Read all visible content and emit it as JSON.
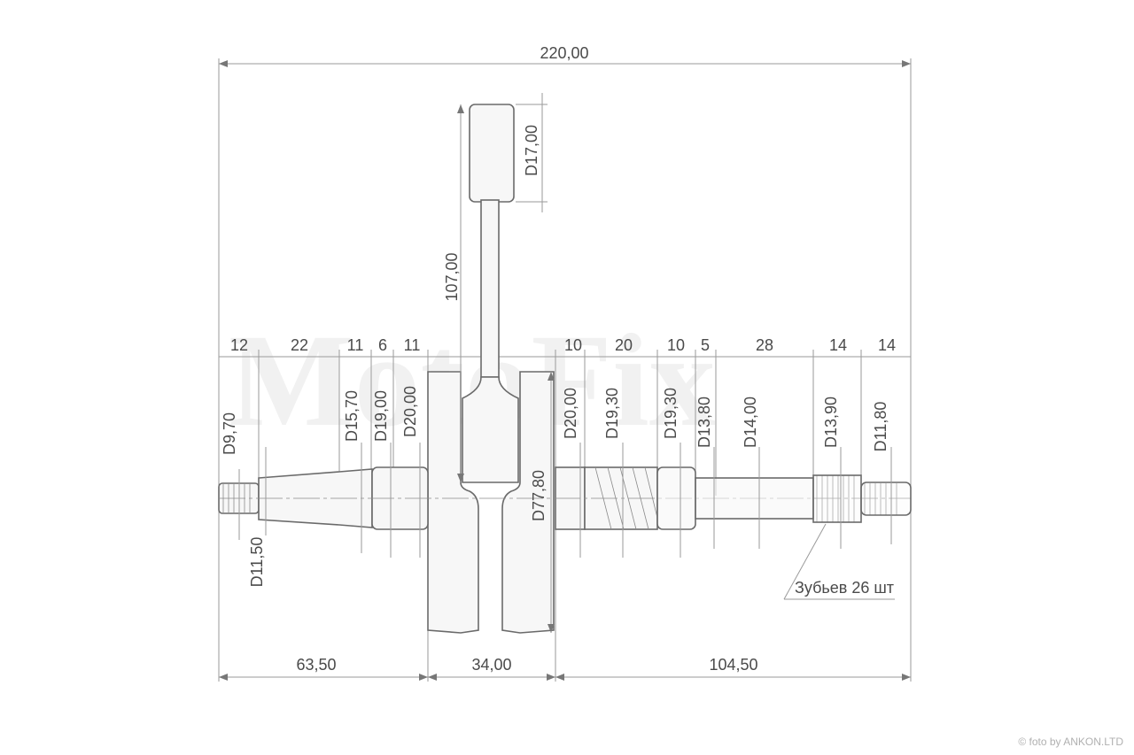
{
  "watermark": "MotoFix",
  "copyright": "© foto by ANKON.LTD",
  "overall_length": "220,00",
  "segments_left": [
    "12",
    "22",
    "11",
    "6",
    "11"
  ],
  "segments_right": [
    "10",
    "20",
    "10",
    "5",
    "28",
    "14",
    "14"
  ],
  "bottom_dims": [
    "63,50",
    "34,00",
    "104,50"
  ],
  "rod_length": "107,00",
  "rod_big_end": "D17,00",
  "crank_diameter": "D77,80",
  "diameters_left": [
    "D9,70",
    "D11,50",
    "D15,70",
    "D19,00",
    "D20,00"
  ],
  "diameters_right": [
    "D20,00",
    "D19,30",
    "D19,30",
    "D13,80",
    "D14,00",
    "D13,90",
    "D11,80"
  ],
  "spline_note": "Зубьев 26 шт"
}
